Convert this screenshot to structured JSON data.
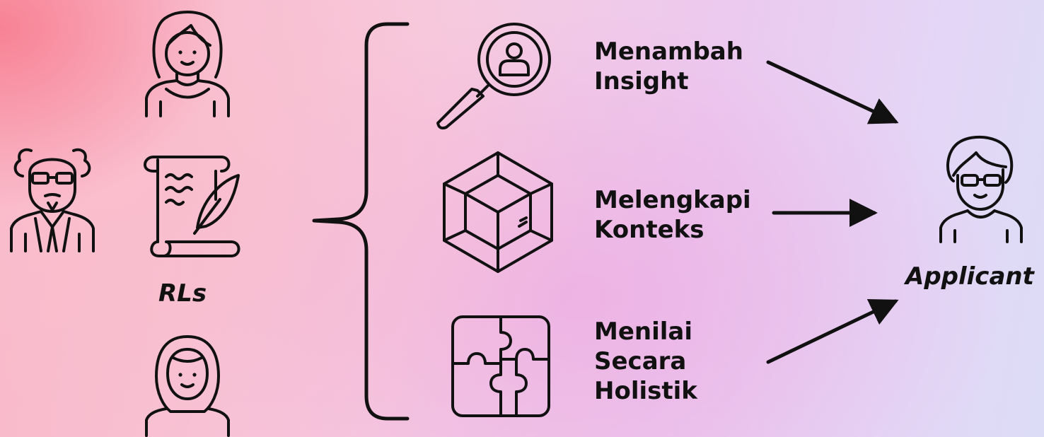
{
  "diagram": {
    "sources": {
      "label": "RLs",
      "icons": [
        "woman-icon",
        "old-man-icon",
        "letter-scroll-icon",
        "hijab-woman-icon"
      ]
    },
    "benefits": [
      {
        "icon": "search-person-icon",
        "lines": [
          "Menambah",
          "Insight"
        ]
      },
      {
        "icon": "box-icon",
        "lines": [
          "Melengkapi",
          "Konteks"
        ]
      },
      {
        "icon": "puzzle-icon",
        "lines": [
          "Menilai",
          "Secara",
          "Holistik"
        ]
      }
    ],
    "target": {
      "label": "Applicant",
      "icon": "applicant-icon"
    }
  }
}
